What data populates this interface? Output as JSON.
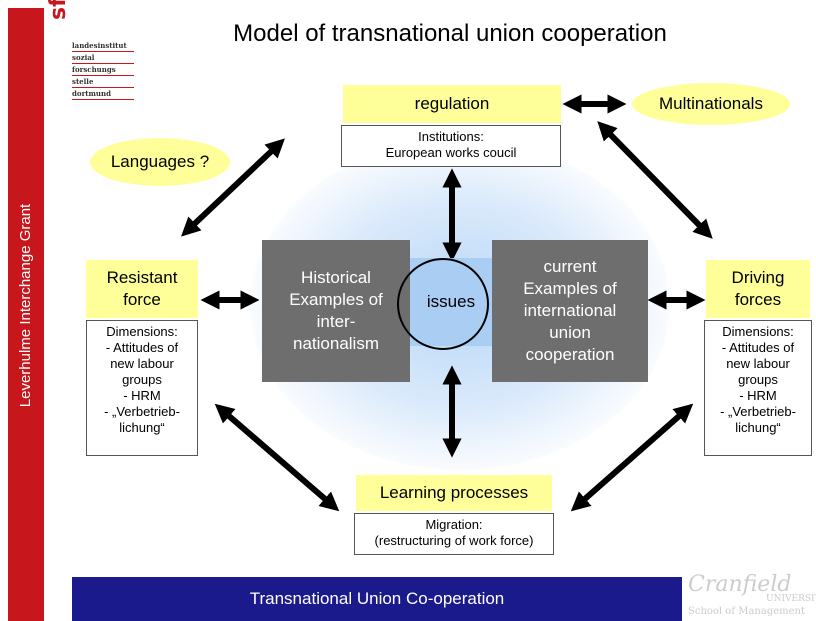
{
  "title": "Model of transnational union cooperation",
  "sidebar": {
    "text": "Leverhulme Interchange Grant"
  },
  "logo": {
    "name": "sfs",
    "lines": [
      "landesinstitut",
      "sozial",
      "forschungs",
      "stelle",
      "dortmund"
    ]
  },
  "regulation": {
    "label": "regulation",
    "details": [
      "Institutions:",
      "European works coucil"
    ]
  },
  "multinationals": "Multinationals",
  "languages": "Languages ?",
  "resistant": {
    "label_lines": [
      "Resistant",
      "force"
    ],
    "details": [
      "Dimensions:",
      "- Attitudes of",
      "new labour",
      "groups",
      "- HRM",
      "- „Verbetrieb-",
      "lichung“"
    ]
  },
  "driving": {
    "label_lines": [
      "Driving",
      "forces"
    ],
    "details": [
      "Dimensions:",
      "- Attitudes of",
      "new labour",
      "groups",
      "- HRM",
      "- „Verbetrieb-",
      "lichung“"
    ]
  },
  "historical": [
    "Historical",
    "Examples of",
    "inter-",
    "nationalism"
  ],
  "current": [
    "current",
    "Examples of",
    "international",
    "union",
    "cooperation"
  ],
  "issues": "issues",
  "learning": {
    "label": "Learning processes",
    "details": [
      "Migration:",
      "(restructuring of work force)"
    ]
  },
  "footer": "Transnational Union Co-operation",
  "watermark": {
    "name": "Cranfield",
    "sub": "UNIVERSITY",
    "school": "School of Management"
  },
  "colors": {
    "sidebar_red": "#c8161d",
    "yellow": "#ffff99",
    "gray_box": "#6e6e6e",
    "footer_blue": "#1a1a8c",
    "glow": "#b7d7f7"
  },
  "icons": [
    "double-headed-arrow-icon"
  ]
}
